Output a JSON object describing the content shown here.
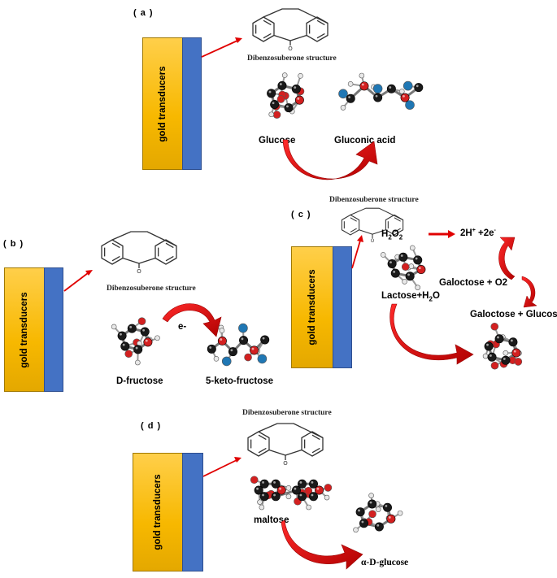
{
  "panels": {
    "a": {
      "label": "( a )",
      "transducer": "gold transducers",
      "structure_caption": "Dibenzosuberone structure",
      "reactant": "Glucose",
      "product": "Gluconic acid"
    },
    "b": {
      "label": "( b )",
      "transducer": "gold transducers",
      "structure_caption": "Dibenzosuberone structure",
      "electron": "e-",
      "reactant": "D-fructose",
      "product": "5-keto-fructose"
    },
    "c": {
      "label": "( c )",
      "transducer": "gold transducers",
      "structure_caption": "Dibenzosuberone structure",
      "h2o2": "H",
      "h2o2_sub": "2",
      "h2o2_o": "O",
      "h2o2_sub2": "2",
      "electrons_a": "2H",
      "electrons_sup1": "+",
      "electrons_b": " +2e",
      "electrons_sup2": "-",
      "reactant": "Lactose+H",
      "reactant_sub": "2",
      "reactant_o": "O",
      "intermediate": "Galoctose + O2",
      "product": "Galoctose + Glucose"
    },
    "d": {
      "label": "( d )",
      "transducer": "gold transducers",
      "structure_caption": "Dibenzosuberone structure",
      "reactant": "maltose",
      "product": "α-D-glucose"
    }
  },
  "colors": {
    "gold": "#f7b800",
    "electrode_blue": "#4472c4",
    "arrow_red": "#e00000",
    "carbon": "#1a1a1a",
    "oxygen": "#d32020",
    "hydrogen": "#e8e8e8",
    "blue_atom": "#1f77b4"
  }
}
